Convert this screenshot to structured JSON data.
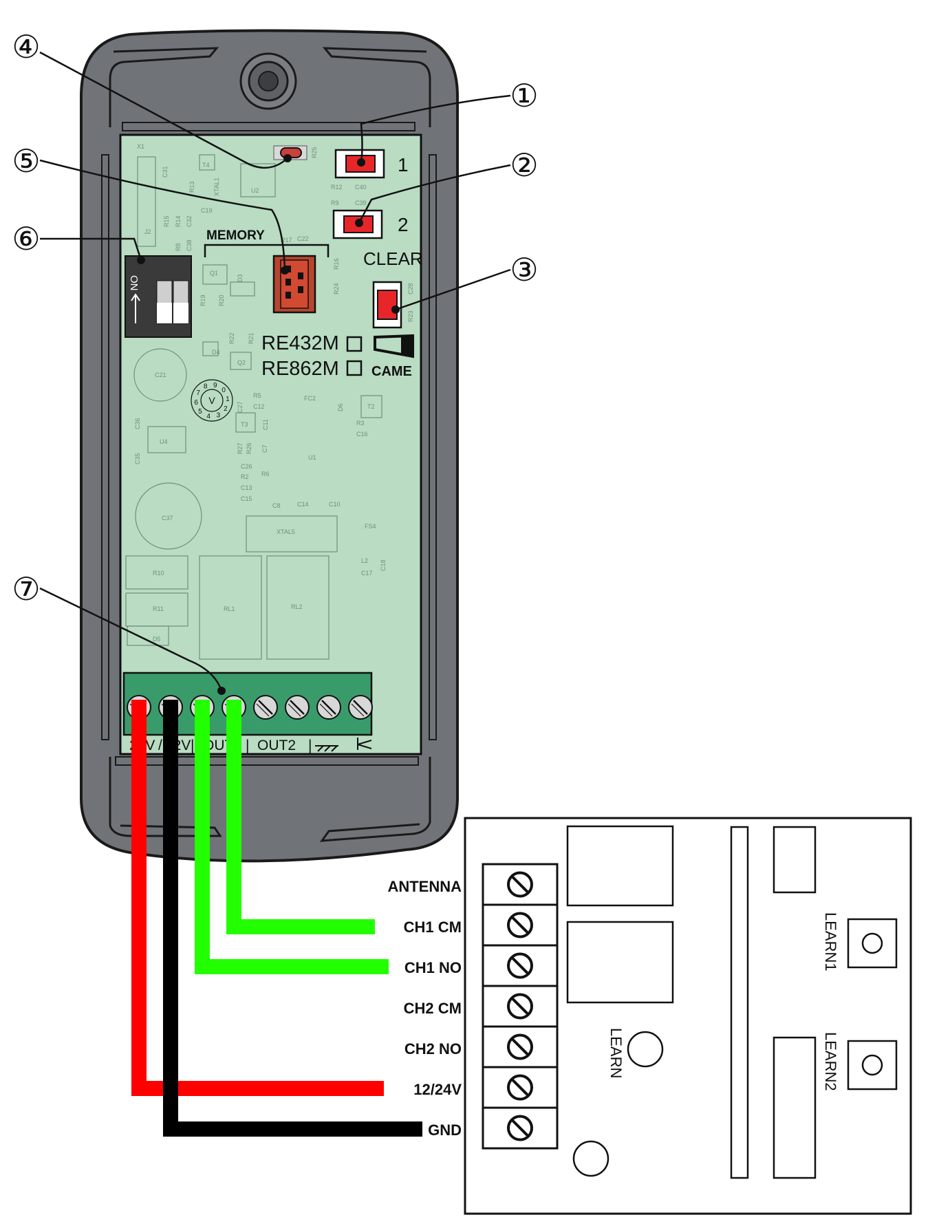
{
  "callouts": [
    "①",
    "②",
    "③",
    "④",
    "⑤",
    "⑥",
    "⑦"
  ],
  "receiver": {
    "button_1_label": "1",
    "button_2_label": "2",
    "clear_label": "CLEAR",
    "memory_label": "MEMORY",
    "dip_label": "ON",
    "model_1": "RE432M",
    "model_2": "RE862M",
    "brand": "CAME",
    "terminal_labels": [
      "24V",
      "12V",
      "OUT1",
      "OUT2"
    ],
    "pcb_designators": [
      "X1",
      "T4",
      "U2",
      "R25",
      "C31",
      "XTAL1",
      "R13",
      "C19",
      "J2",
      "R15",
      "R14",
      "C32",
      "R8",
      "C38",
      "Q1",
      "D3",
      "R19",
      "R20",
      "R17",
      "C22",
      "R12",
      "C40",
      "R9",
      "C39",
      "R16",
      "R24",
      "C28",
      "R23",
      "D4",
      "R22",
      "R21",
      "Q2",
      "C21",
      "R5",
      "C12",
      "FC2",
      "D6",
      "T2",
      "C27",
      "T3",
      "C11",
      "R3",
      "C16",
      "C36",
      "U4",
      "R27",
      "R26",
      "C7",
      "U1",
      "C35",
      "C26",
      "R2",
      "R6",
      "C13",
      "C15",
      "C8",
      "C14",
      "C10",
      "C37",
      "XTAL5",
      "FS4",
      "R10",
      "L2",
      "C18",
      "C17",
      "R11",
      "RL1",
      "RL2",
      "D5"
    ],
    "rotary_digits": "7890123456"
  },
  "controller": {
    "terminals": [
      "ANTENNA",
      "CH1 CM",
      "CH1 NO",
      "CH2 CM",
      "CH2 NO",
      "12/24V",
      "GND"
    ],
    "learn": "LEARN",
    "learn1": "LEARN1",
    "learn2": "LEARN2"
  },
  "colors": {
    "wire_red": "#ff0000",
    "wire_black": "#000000",
    "wire_green": "#22ff00",
    "pcb": "#b9dcc3",
    "housing": "#707478",
    "terminal_block": "#3a9b6a",
    "button_red": "#e8262a"
  }
}
